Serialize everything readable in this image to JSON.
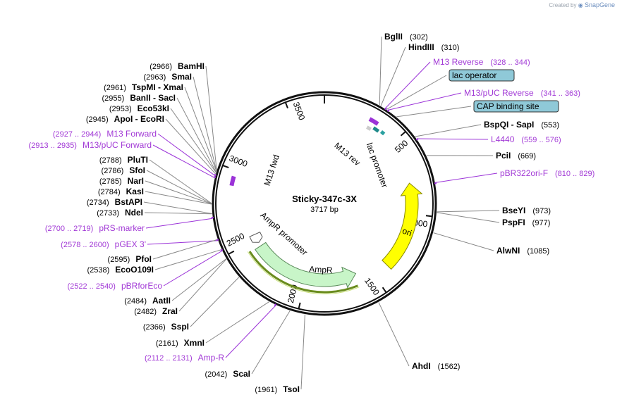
{
  "credit": {
    "prefix": "Created by",
    "brand": "SnapGene"
  },
  "plasmid": {
    "name": "Sticky-347c-3X",
    "length_label": "3717 bp",
    "length": 3717
  },
  "ticks": [
    {
      "bp": 500,
      "label": "500"
    },
    {
      "bp": 1000,
      "label": "1000"
    },
    {
      "bp": 1500,
      "label": "1500"
    },
    {
      "bp": 2000,
      "label": "2000"
    },
    {
      "bp": 2500,
      "label": "2500"
    },
    {
      "bp": 3000,
      "label": "3000"
    },
    {
      "bp": 3500,
      "label": "3500"
    }
  ],
  "sites_right": [
    {
      "name": "BglII",
      "pos": "(302)",
      "bp": 302
    },
    {
      "name": "HindIII",
      "pos": "(310)",
      "bp": 310
    },
    {
      "name": "BspQI  -  SapI",
      "pos": "(553)",
      "bp": 553
    },
    {
      "name": "PciI",
      "pos": "(669)",
      "bp": 669
    },
    {
      "name": "BseYI",
      "pos": "(973)",
      "bp": 973
    },
    {
      "name": "PspFI",
      "pos": "(977)",
      "bp": 977
    },
    {
      "name": "AlwNI",
      "pos": "(1085)",
      "bp": 1085
    },
    {
      "name": "AhdI",
      "pos": "(1562)",
      "bp": 1562
    }
  ],
  "sites_left": [
    {
      "name": "BamHI",
      "pos": "(2966)",
      "bp": 2966
    },
    {
      "name": "SmaI",
      "pos": "(2963)",
      "bp": 2963
    },
    {
      "name": "TspMI  -  XmaI",
      "pos": "(2961)",
      "bp": 2961
    },
    {
      "name": "BanII  -  SacI",
      "pos": "(2955)",
      "bp": 2955
    },
    {
      "name": "Eco53kI",
      "pos": "(2953)",
      "bp": 2953
    },
    {
      "name": "ApoI  -  EcoRI",
      "pos": "(2945)",
      "bp": 2945
    },
    {
      "name": "PluTI",
      "pos": "(2788)",
      "bp": 2788
    },
    {
      "name": "SfoI",
      "pos": "(2786)",
      "bp": 2786
    },
    {
      "name": "NarI",
      "pos": "(2785)",
      "bp": 2785
    },
    {
      "name": "KasI",
      "pos": "(2784)",
      "bp": 2784
    },
    {
      "name": "BstAPI",
      "pos": "(2734)",
      "bp": 2734
    },
    {
      "name": "NdeI",
      "pos": "(2733)",
      "bp": 2733
    },
    {
      "name": "PfoI",
      "pos": "(2595)",
      "bp": 2595
    },
    {
      "name": "EcoO109I",
      "pos": "(2538)",
      "bp": 2538
    },
    {
      "name": "AatII",
      "pos": "(2484)",
      "bp": 2484
    },
    {
      "name": "ZraI",
      "pos": "(2482)",
      "bp": 2482
    },
    {
      "name": "SspI",
      "pos": "(2366)",
      "bp": 2366
    },
    {
      "name": "XmnI",
      "pos": "(2161)",
      "bp": 2161
    },
    {
      "name": "ScaI",
      "pos": "(2042)",
      "bp": 2042
    },
    {
      "name": "TsoI",
      "pos": "(1961)",
      "bp": 1961
    }
  ],
  "features_right": [
    {
      "name": "M13 Reverse",
      "pos": "(328 .. 344)",
      "bp": 336
    },
    {
      "name": "M13/pUC Reverse",
      "pos": "(341 .. 363)",
      "bp": 352
    },
    {
      "name": "L4440",
      "pos": "(559 .. 576)",
      "bp": 567
    },
    {
      "name": "pBR322ori-F",
      "pos": "(810 .. 829)",
      "bp": 819
    }
  ],
  "features_left": [
    {
      "name": "M13 Forward",
      "pos": "(2927 .. 2944)",
      "bp": 2935
    },
    {
      "name": "M13/pUC Forward",
      "pos": "(2913 .. 2935)",
      "bp": 2924
    },
    {
      "name": "pRS-marker",
      "pos": "(2700 .. 2719)",
      "bp": 2709
    },
    {
      "name": "pGEX 3'",
      "pos": "(2578 .. 2600)",
      "bp": 2589
    },
    {
      "name": "pBRforEco",
      "pos": "(2522 .. 2540)",
      "bp": 2531
    },
    {
      "name": "Amp-R",
      "pos": "(2112 .. 2131)",
      "bp": 2121
    }
  ],
  "boxed_features": [
    {
      "name": "lac operator",
      "bp": 345
    },
    {
      "name": "CAP binding site",
      "bp": 410
    }
  ],
  "inner_labels": {
    "m13_fwd": "M13 fwd",
    "m13_rev": "M13 rev",
    "lac_promoter": "lac promoter",
    "ori": "ori",
    "ampr_promoter": "AmpR promoter",
    "ampr": "AmpR"
  },
  "colors": {
    "backbone": "#111111",
    "cut_line": "#888888",
    "feature_text": "#a23ad6",
    "box_fill": "#8fc9d8",
    "ori_fill": "#ffff00",
    "ampr_fill": "#c8f5c8",
    "ampr_underline": "#6a8c1e",
    "primer": "#9b33d8"
  }
}
